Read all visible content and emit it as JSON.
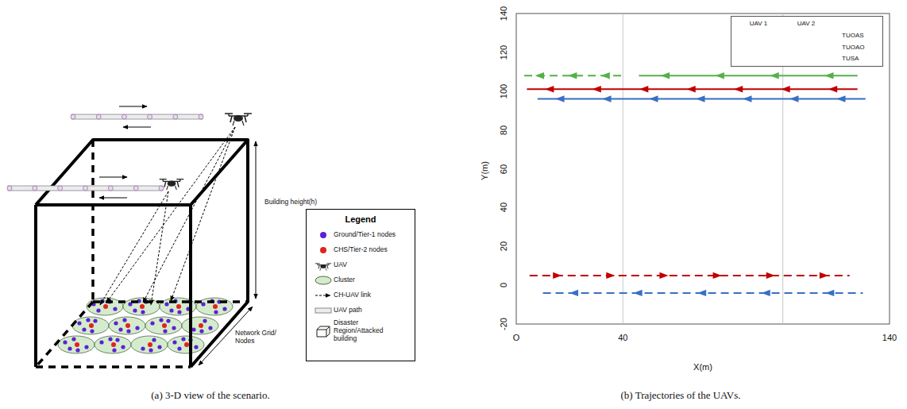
{
  "diagram": {
    "nodes": [
      {
        "text": [
          "Legend"
        ]
      }
    ],
    "labels": [
      "Building height(h)",
      "Network Grid/ Nodes",
      "140",
      "120",
      "100",
      "80",
      "60",
      "40",
      "20",
      "0",
      "-20",
      "Y(m)",
      "O",
      "40",
      "140",
      "X(m)",
      "UAV 1",
      "UAV 2",
      "(a) 3-D view of the scenario.",
      "(b) Trajectories of the UAVs."
    ],
    "legend": [
      {
        "text": "Ground/Tier-1 nodes",
        "color": "#5b22d6"
      },
      {
        "text": "CHS/Tier-2 nodes",
        "color": "#e0241b"
      },
      {
        "text": "UAV"
      },
      {
        "text": "Cluster"
      },
      {
        "text": "CH-UAV link"
      },
      {
        "text": "UAV path"
      },
      {
        "text": "Disaster Region/Attacked building"
      },
      {
        "text": "TUOAS"
      },
      {
        "text": "TUOAO"
      },
      {
        "text": "TUSA"
      }
    ]
  }
}
